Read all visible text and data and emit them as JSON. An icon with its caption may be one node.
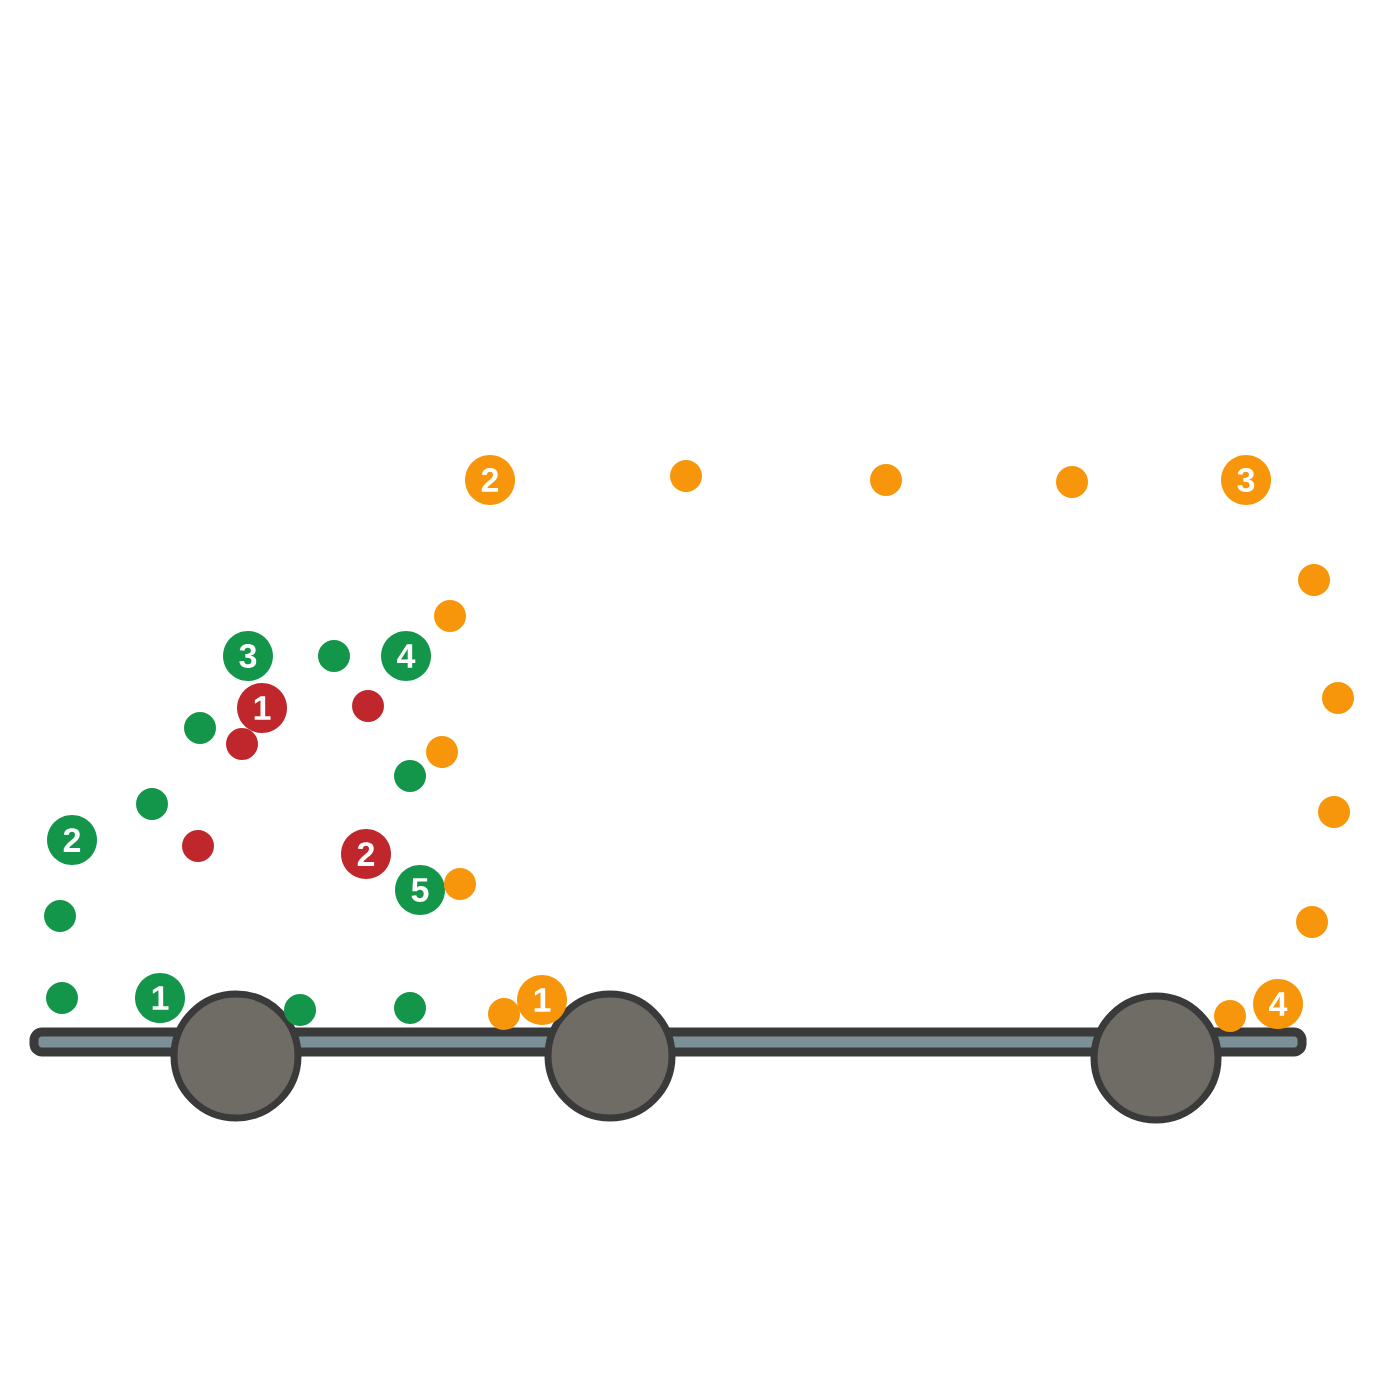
{
  "diagram": {
    "nodes": [
      {
        "text": [
          "1"
        ]
      },
      {
        "text": [
          "2"
        ]
      },
      {
        "text": [
          "3"
        ]
      },
      {
        "text": [
          "4"
        ]
      },
      {
        "text": [
          "5"
        ]
      },
      {
        "text": [
          "1"
        ]
      },
      {
        "text": [
          "2"
        ]
      },
      {
        "text": [
          "1"
        ]
      },
      {
        "text": [
          "2"
        ]
      },
      {
        "text": [
          "3"
        ]
      },
      {
        "text": [
          "4"
        ]
      },
      {
        "text": [],
        "shape": "circle"
      },
      {
        "text": [],
        "shape": "circle"
      },
      {
        "text": [],
        "shape": "circle"
      },
      {
        "text": [],
        "shape": "circle"
      },
      {
        "text": [],
        "shape": "circle"
      },
      {
        "text": [],
        "shape": "circle"
      },
      {
        "text": [],
        "shape": "circle"
      },
      {
        "text": [],
        "shape": "circle"
      },
      {
        "text": [],
        "shape": "circle"
      },
      {
        "text": [],
        "shape": "circle"
      },
      {
        "text": [],
        "shape": "circle"
      },
      {
        "text": [],
        "shape": "circle"
      },
      {
        "text": [],
        "shape": "circle"
      },
      {
        "text": [],
        "shape": "circle"
      },
      {
        "text": [],
        "shape": "circle"
      },
      {
        "text": [],
        "shape": "circle"
      },
      {
        "text": [],
        "shape": "circle"
      },
      {
        "text": [],
        "shape": "circle"
      },
      {
        "text": [],
        "shape": "circle"
      },
      {
        "text": [],
        "shape": "circle"
      },
      {
        "text": [],
        "shape": "circle"
      },
      {
        "text": [],
        "shape": "circle"
      },
      {
        "text": [],
        "shape": "circle"
      }
    ]
  }
}
